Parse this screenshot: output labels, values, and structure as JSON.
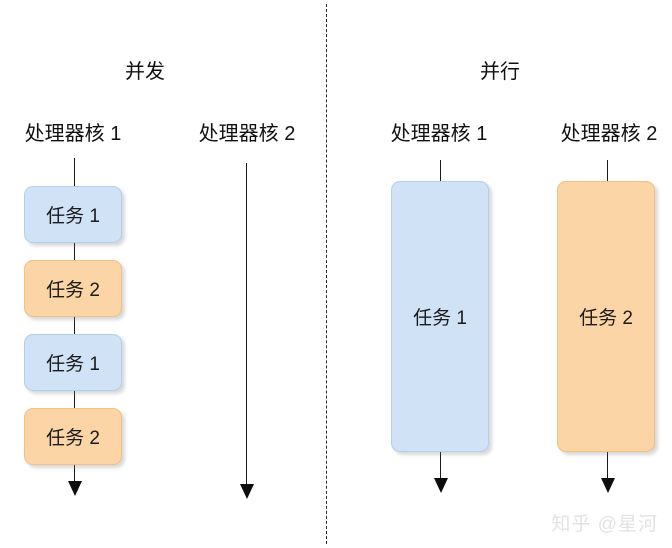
{
  "diagram": {
    "sections": [
      {
        "id": "concurrency",
        "title": "并发",
        "cores": [
          {
            "id": "left-core-1",
            "label": "处理器核 1",
            "tasks": [
              {
                "label": "任务 1",
                "color": "blue"
              },
              {
                "label": "任务 2",
                "color": "orange"
              },
              {
                "label": "任务 1",
                "color": "blue"
              },
              {
                "label": "任务 2",
                "color": "orange"
              }
            ]
          },
          {
            "id": "left-core-2",
            "label": "处理器核 2",
            "tasks": []
          }
        ]
      },
      {
        "id": "parallelism",
        "title": "并行",
        "cores": [
          {
            "id": "right-core-1",
            "label": "处理器核 1",
            "tasks": [
              {
                "label": "任务 1",
                "color": "blue"
              }
            ]
          },
          {
            "id": "right-core-2",
            "label": "处理器核 2",
            "tasks": [
              {
                "label": "任务 2",
                "color": "orange"
              }
            ]
          }
        ]
      }
    ],
    "colors": {
      "task_blue_fill": "#cfe2f6",
      "task_blue_border": "#b4cfec",
      "task_orange_fill": "#fbd5a5",
      "task_orange_border": "#f0c084",
      "line": "#1a1a1a",
      "divider": "#2b2b2b",
      "watermark": "#e2e2e2"
    }
  },
  "watermark": {
    "text": "知乎 @星河"
  }
}
